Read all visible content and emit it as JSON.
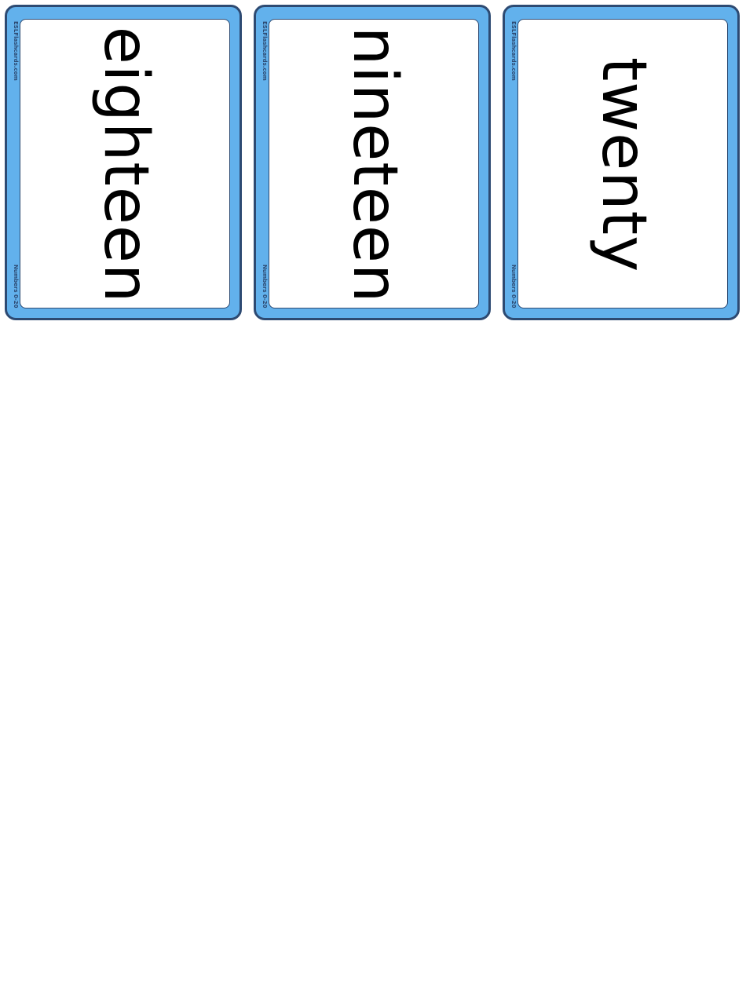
{
  "colors": {
    "card_border": "#2d4a72",
    "card_fill": "#62b1ec",
    "inner_fill": "#ffffff",
    "text": "#000000"
  },
  "cards": [
    {
      "word": "eighteen",
      "site": "ESLFlashcards.com",
      "topic": "Numbers 0-20"
    },
    {
      "word": "nineteen",
      "site": "ESLFlashcards.com",
      "topic": "Numbers 0-20"
    },
    {
      "word": "twenty",
      "site": "ESLFlashcards.com",
      "topic": "Numbers 0-20"
    }
  ]
}
